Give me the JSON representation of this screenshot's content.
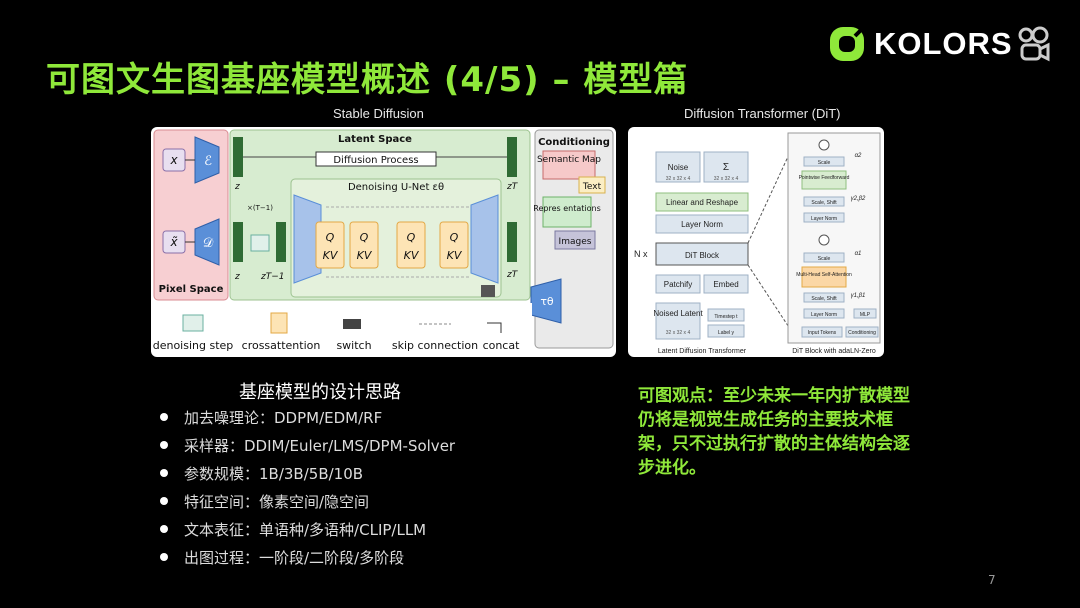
{
  "slide": {
    "title": "可图文生图基座模型概述 (4/5) – 模型篇",
    "brand": "KOLORS",
    "page_number": "7",
    "colors": {
      "accent": "#8fe83a",
      "background": "#000000"
    }
  },
  "figure_left": {
    "caption": "Stable Diffusion",
    "latent_space": "Latent Space",
    "diffusion_process": "Diffusion Process",
    "denoising_unet": "Denoising U-Net εθ",
    "pixel_space": "Pixel Space",
    "conditioning": "Conditioning",
    "cond_items": [
      "Semantic Map",
      "Text",
      "Repres entations",
      "Images"
    ],
    "legend": [
      "denoising step",
      "crossattention",
      "switch",
      "skip connection",
      "concat"
    ],
    "symbols": {
      "x": "x",
      "x_tilde": "x̃",
      "enc": "ℰ",
      "dec": "𝒟",
      "z": "z",
      "zT": "zT",
      "zT1": "zT−1",
      "tau": "τθ",
      "repeat": "×(T−1)",
      "qkv": [
        "Q",
        "KV"
      ]
    }
  },
  "figure_right": {
    "caption": "Diffusion Transformer (DiT)",
    "noise": "Noise",
    "noise_dims": "32 x 32 x 4",
    "sigma": "Σ",
    "sigma_dims": "32 x 32 x 4",
    "linear_reshape": "Linear and Reshape",
    "layer_norm": "Layer Norm",
    "nx": "N x",
    "dit_block": "DiT Block",
    "patchify": "Patchify",
    "embed": "Embed",
    "noised_latent": "Noised Latent",
    "noised_dims": "32 x 32 x 4",
    "timestep": "Timestep t",
    "label": "Label y",
    "caption_left": "Latent Diffusion Transformer",
    "caption_right": "DiT Block with adaLN-Zero",
    "block": {
      "scale1": "Scale",
      "pff": "Pointwise Feedforward",
      "scale_shift1": "Scale, Shift",
      "ln1": "Layer Norm",
      "scale2": "Scale",
      "mhsa": "Multi-Head Self-Attention",
      "scale_shift2": "Scale, Shift",
      "ln2": "Layer Norm",
      "mlp": "MLP",
      "input_tokens": "Input Tokens",
      "conditioning": "Conditioning",
      "a2": "α2",
      "g2b2": "γ2,β2",
      "a1": "α1",
      "g1b1": "γ1,β1"
    }
  },
  "design": {
    "heading": "基座模型的设计思路",
    "bullets": [
      "加去噪理论：DDPM/EDM/RF",
      "采样器：DDIM/Euler/LMS/DPM-Solver",
      "参数规模：1B/3B/5B/10B",
      "特征空间：像素空间/隐空间",
      "文本表征：单语种/多语种/CLIP/LLM",
      "出图过程：一阶段/二阶段/多阶段"
    ]
  },
  "opinion": {
    "text": "可图观点：至少未来一年内扩散模型仍将是视觉生成任务的主要技术框架，只不过执行扩散的主体结构会逐步进化。"
  }
}
